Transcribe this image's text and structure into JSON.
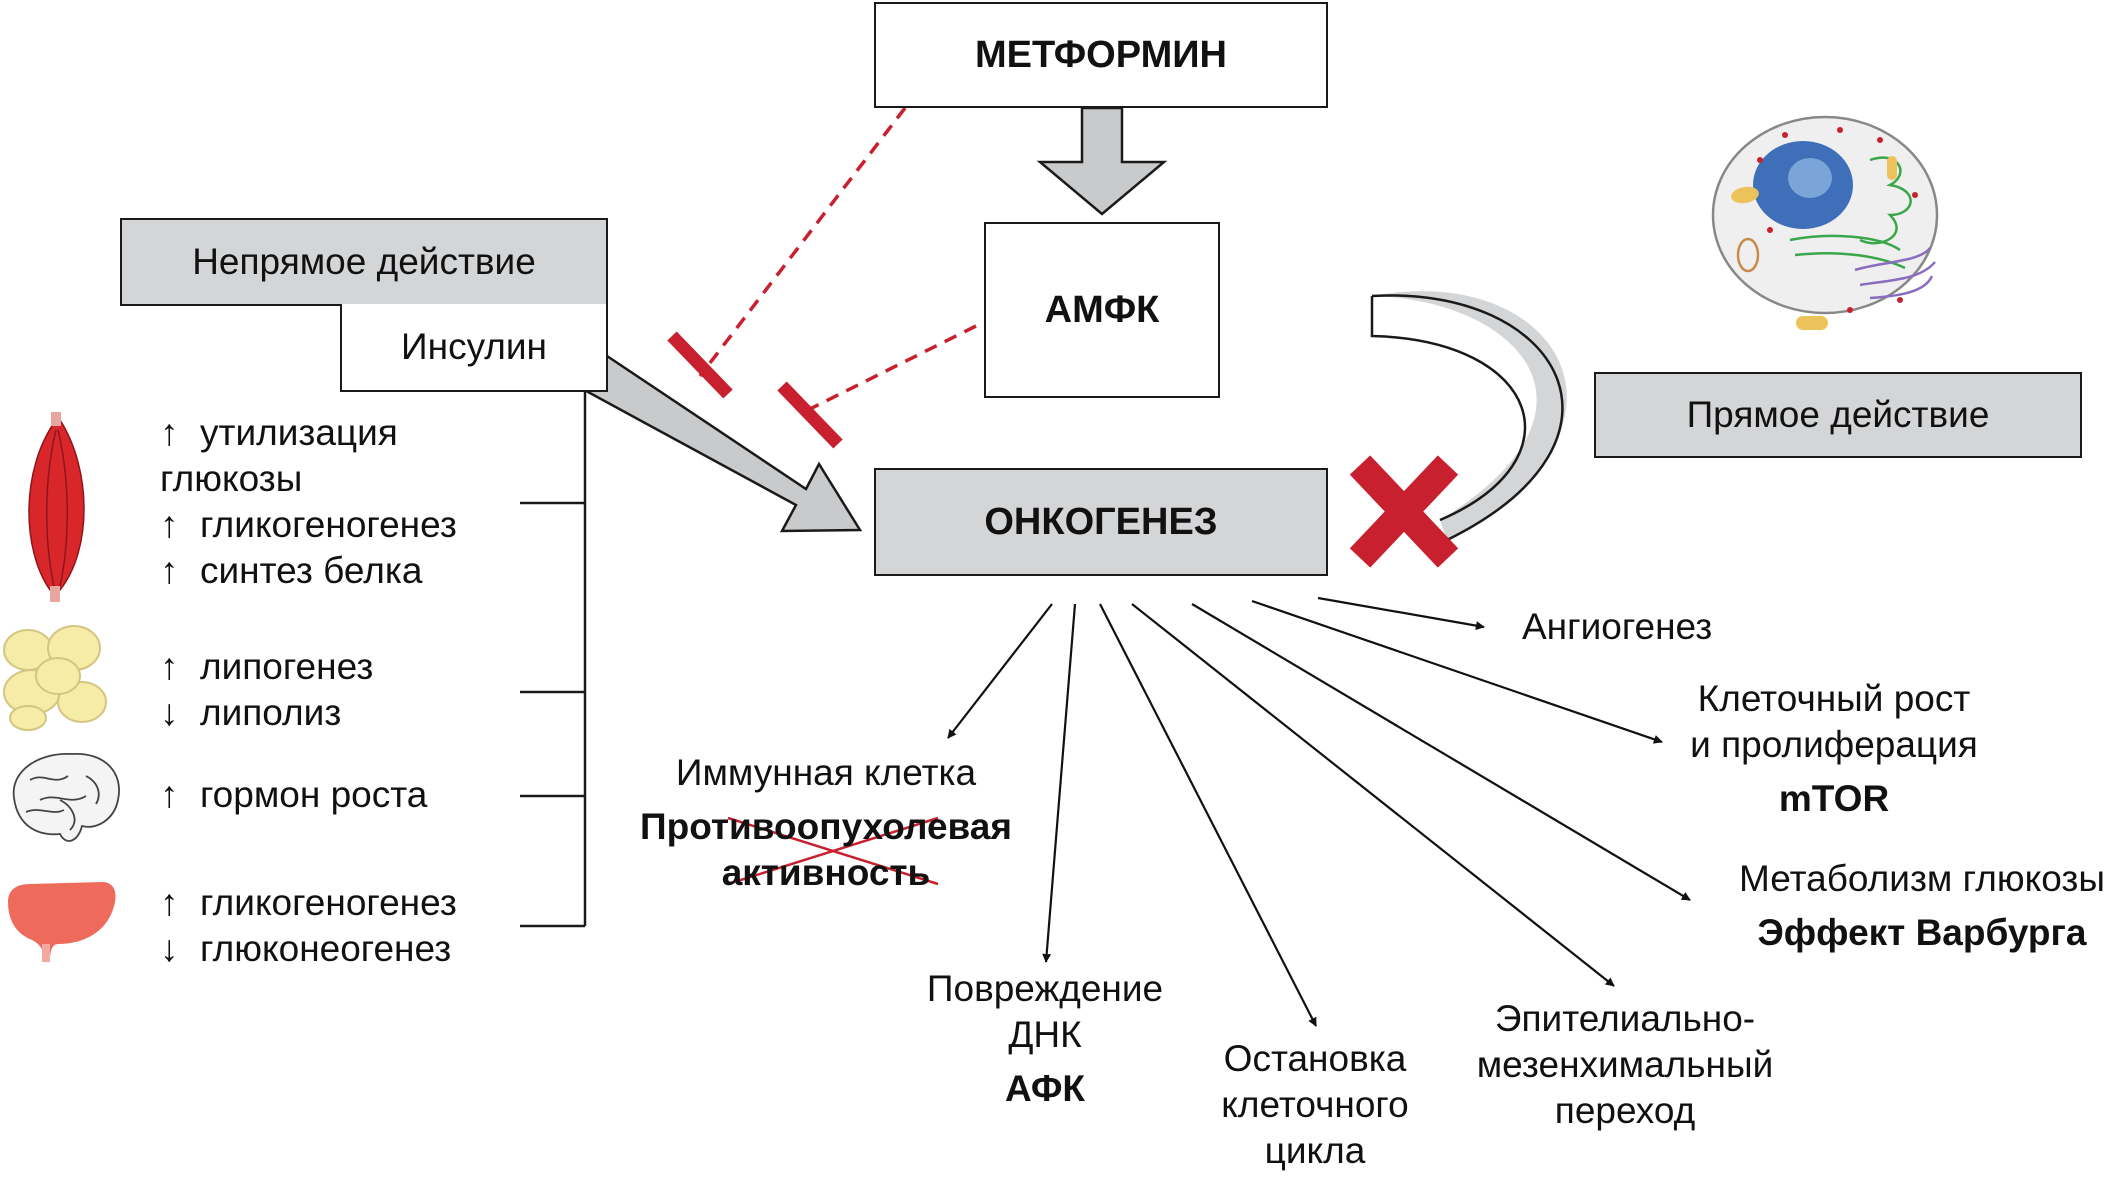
{
  "title": "МЕТФОРМИН",
  "ampk": "АМФК",
  "oncogenesis": "ОНКОГЕНЕЗ",
  "indirect": {
    "label": "Непрямое действие",
    "insulin": "Инсулин",
    "groups": [
      {
        "organ": "muscle-icon",
        "lines": [
          {
            "arrow": "↑",
            "text": "утилизация"
          },
          {
            "arrow": "",
            "text": "глюкозы"
          },
          {
            "arrow": "↑",
            "text": "гликогеногенез"
          },
          {
            "arrow": "↑",
            "text": "синтез белка"
          }
        ]
      },
      {
        "organ": "fat-cells-icon",
        "lines": [
          {
            "arrow": "↑",
            "text": "липогенез"
          },
          {
            "arrow": "↓",
            "text": "липолиз"
          }
        ]
      },
      {
        "organ": "brain-icon",
        "lines": [
          {
            "arrow": "↑",
            "text": "гормон роста"
          }
        ]
      },
      {
        "organ": "liver-icon",
        "lines": [
          {
            "arrow": "↑",
            "text": "гликогеногенез"
          },
          {
            "arrow": "↓",
            "text": "глюконеогенез"
          }
        ]
      }
    ]
  },
  "direct": {
    "label": "Прямое действие",
    "cell_icon": "cell-icon"
  },
  "effects": {
    "angiogenesis": "Ангиогенез",
    "growth": {
      "line1": "Клеточный рост",
      "line2": "и пролиферация",
      "bold": "mTOR"
    },
    "glucose": {
      "line1": "Метаболизм глюкозы",
      "bold": "Эффект Варбурга"
    },
    "emt": {
      "line1": "Эпителиально-",
      "line2": "мезенхимальный",
      "line3": "переход"
    },
    "cycle": {
      "line1": "Остановка",
      "line2": "клеточного",
      "line3": "цикла"
    },
    "dna": {
      "line1": "Повреждение",
      "line2": "ДНК",
      "bold": "АФК"
    },
    "immune": {
      "line1": "Иммунная клетка",
      "bold1": "Противоопухолевая",
      "bold2": "активность"
    }
  },
  "colors": {
    "inhibit": "#c8202e",
    "box_grey": "#d4d5d7",
    "arrow_grey": "#c9cacc",
    "muscle": "#d8262b",
    "fat": "#f6eba7",
    "liver": "#ee6a5b",
    "nucleus": "#3f6fb8"
  }
}
